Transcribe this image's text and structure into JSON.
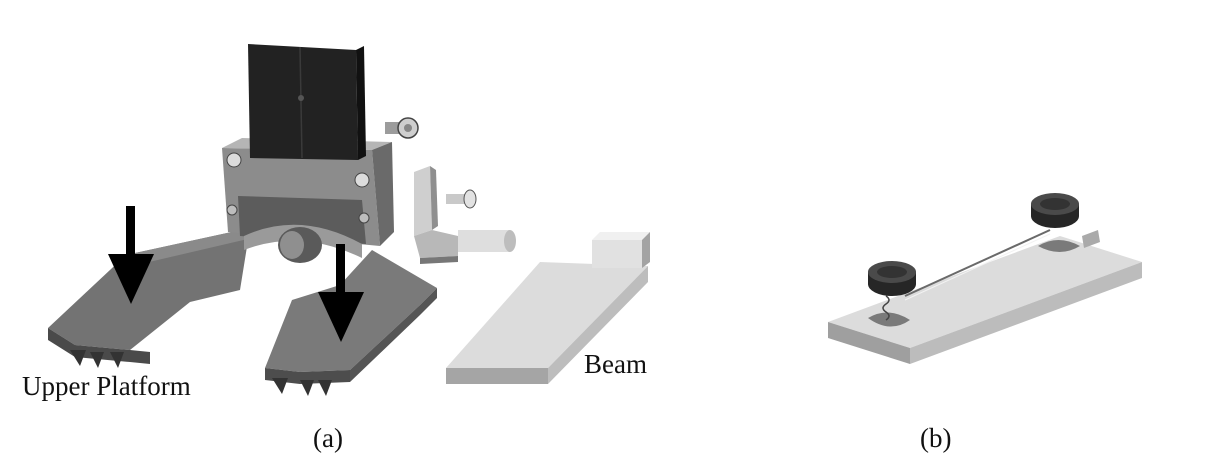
{
  "labels": {
    "upper_platform": "Upper Platform",
    "beam": "Beam"
  },
  "captions": {
    "a": "(a)",
    "b": "(b)"
  },
  "colors": {
    "platform_dark": "#6e6e6e",
    "platform_top": "#7b7b7b",
    "plate": "#1f1f1f",
    "light_part": "#d9d9d9",
    "light_side": "#a8a8a8",
    "arrow": "#000000"
  }
}
